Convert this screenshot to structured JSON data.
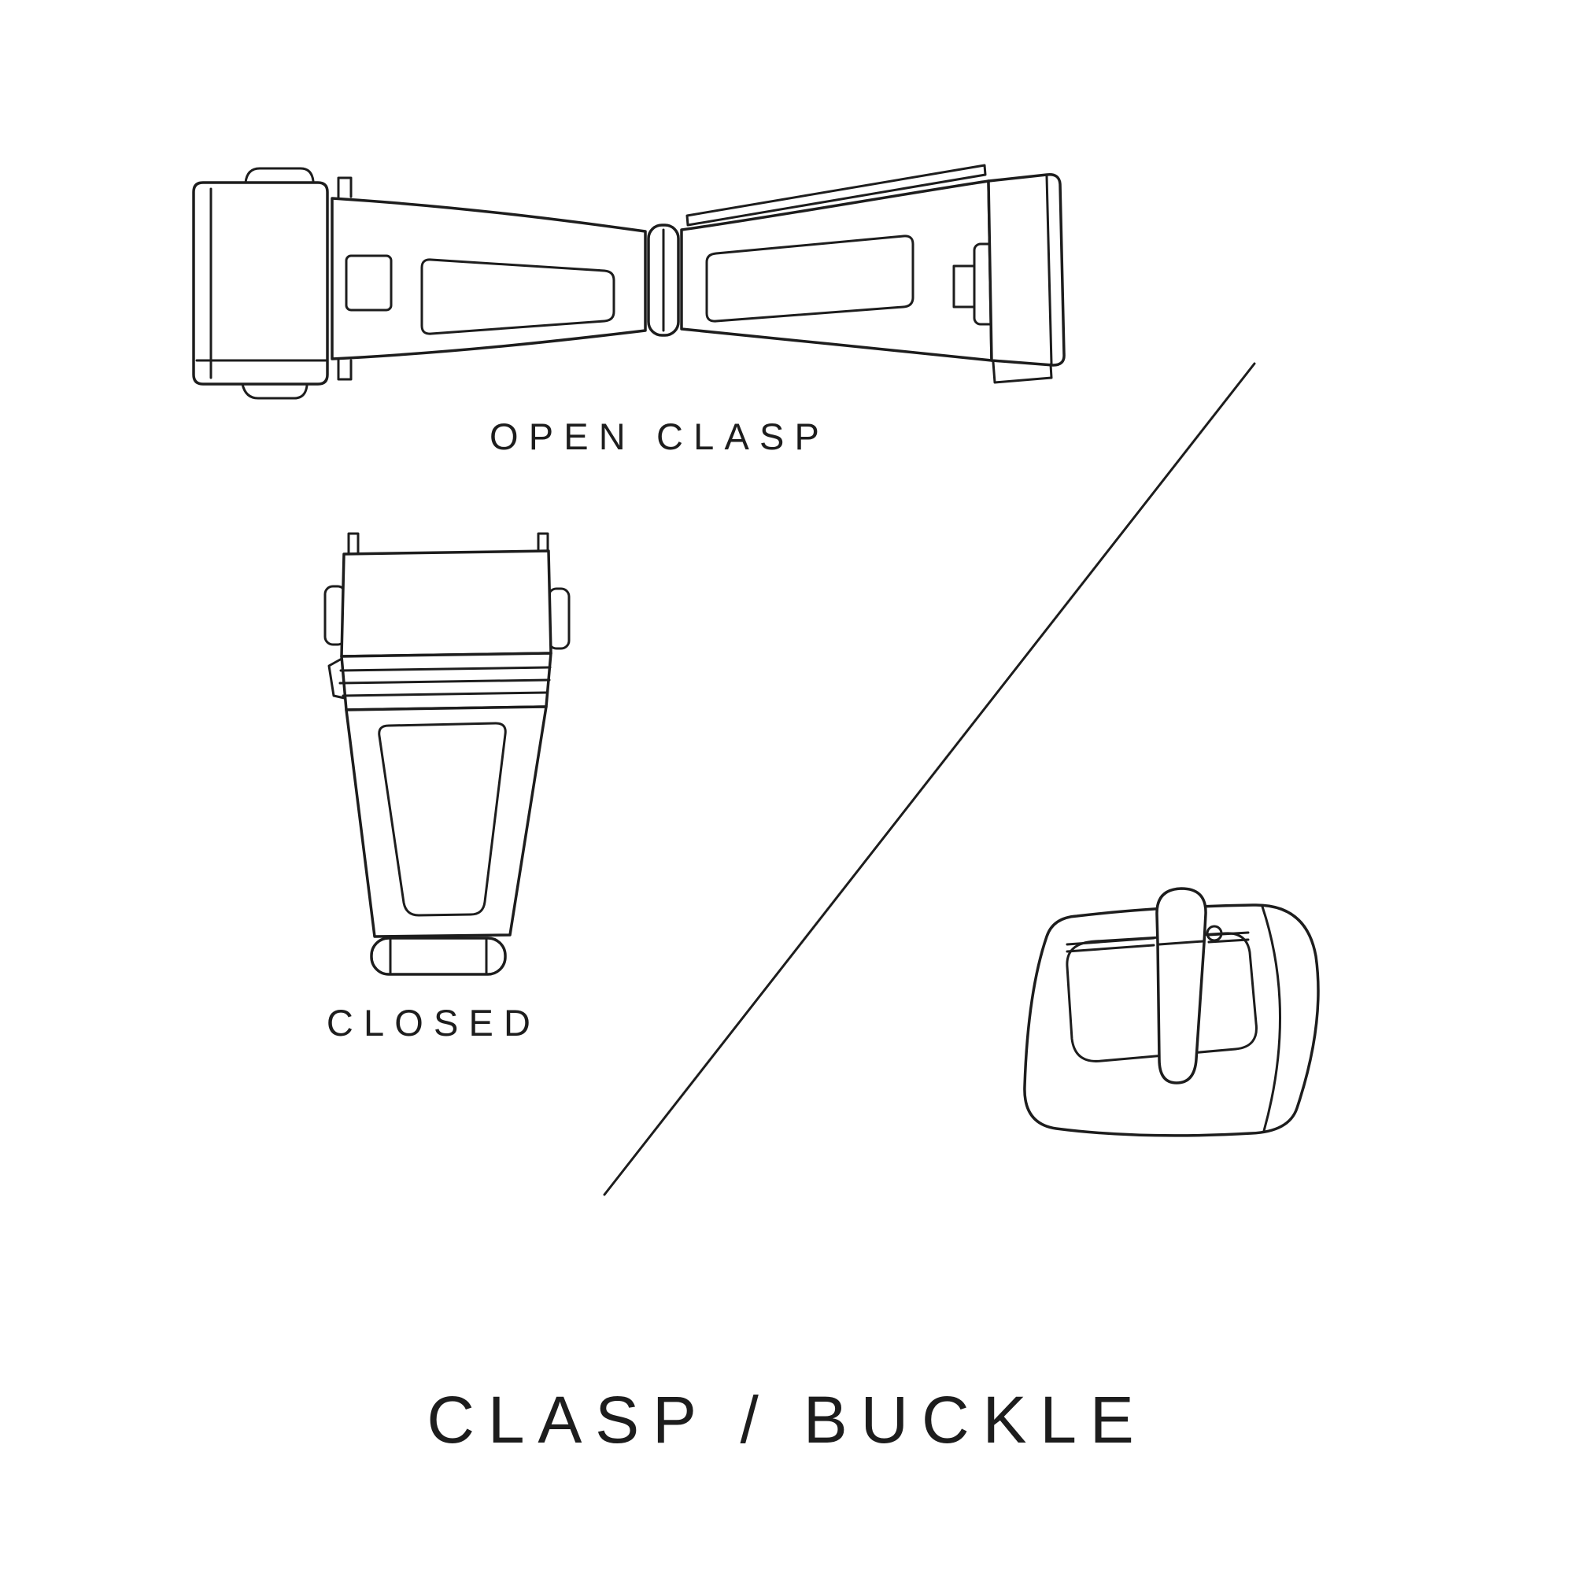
{
  "page": {
    "background_color": "#ffffff",
    "ink_color": "#1d1d1d",
    "title": "CLASP / BUCKLE"
  },
  "diagram": {
    "open_clasp_label": "OPEN CLASP",
    "closed_label": "CLOSED",
    "illustrations": [
      {
        "name": "open-clasp",
        "caption": "OPEN CLASP"
      },
      {
        "name": "closed-clasp",
        "caption": "CLOSED"
      },
      {
        "name": "tang-buckle",
        "caption": ""
      }
    ],
    "divider": "diagonal-line"
  }
}
